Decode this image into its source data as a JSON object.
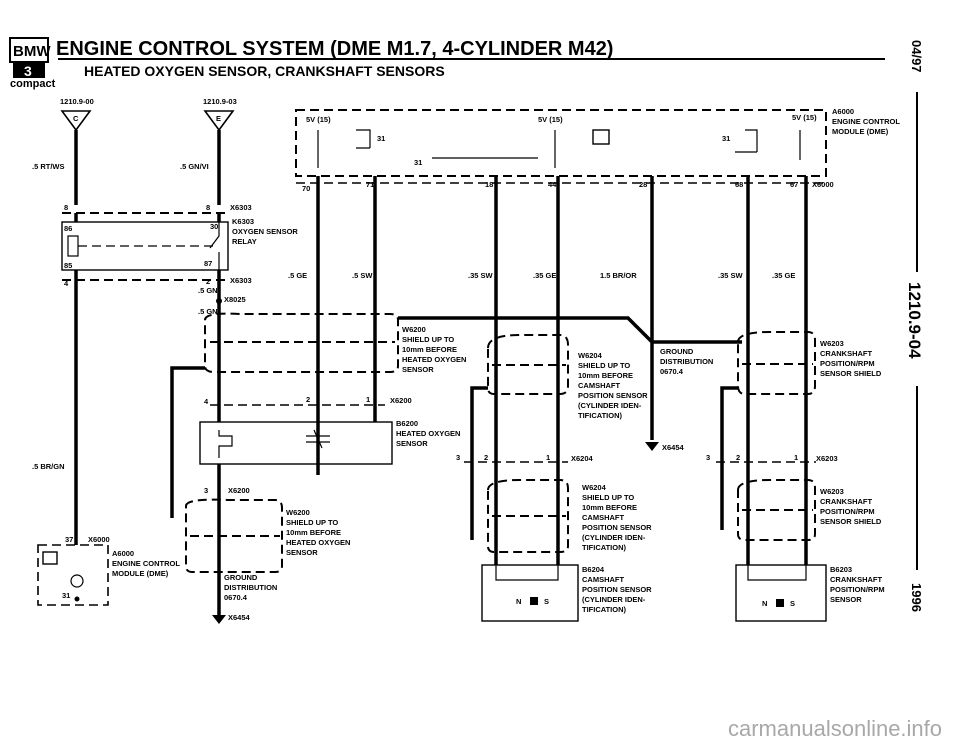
{
  "header": {
    "logo_text": "BMW",
    "series_badge": "3",
    "model": "compact",
    "title": "ENGINE CONTROL SYSTEM (DME M1.7, 4-CYLINDER M42)",
    "subtitle": "HEATED OXYGEN SENSOR, CRANKSHAFT SENSORS"
  },
  "side": {
    "date": "04/97",
    "section": "1210.9-04",
    "year": "1996"
  },
  "refs": {
    "left": "1210.9-00",
    "right": "1210.9-03",
    "left_letter": "C",
    "right_letter": "E"
  },
  "wires": {
    "rt_ws": ".5 RT/WS",
    "gn_vi": ".5 GN/VI",
    "gn1": ".5 GN",
    "gn2": ".5 GN",
    "br_gn": ".5 BR/GN",
    "ge": ".5 GE",
    "sw": ".5 SW",
    "sw35a": ".35 SW",
    "ge35a": ".35 GE",
    "br_or": "1.5 BR/OR",
    "sw35b": ".35 SW",
    "ge35b": ".35 GE"
  },
  "components": {
    "a6000_lines": [
      "A6000",
      "ENGINE CONTROL",
      "MODULE (DME)"
    ],
    "x6000": "X6000",
    "k6303_lines": [
      "K6303",
      "OXYGEN SENSOR",
      "RELAY"
    ],
    "x6303a": "X6303",
    "x6303b": "X6303",
    "x8025": "X8025",
    "w6200_lines": [
      "W6200",
      "SHIELD UP TO",
      "10mm BEFORE",
      "HEATED OXYGEN",
      "SENSOR"
    ],
    "x6200": "X6200",
    "b6200_lines": [
      "B6200",
      "HEATED OXYGEN",
      "SENSOR"
    ],
    "w6204_lines": [
      "W6204",
      "SHIELD UP TO",
      "10mm BEFORE",
      "CAMSHAFT",
      "POSITION SENSOR",
      "(CYLINDER IDEN-",
      "TIFICATION)"
    ],
    "ground_lines": [
      "GROUND",
      "DISTRIBUTION",
      "0670.4"
    ],
    "x6454": "X6454",
    "x6204": "X6204",
    "b6204_lines": [
      "B6204",
      "CAMSHAFT",
      "POSITION SENSOR",
      "(CYLINDER IDEN-",
      "TIFICATION)"
    ],
    "w6203_lines": [
      "W6203",
      "CRANKSHAFT",
      "POSITION/RPM",
      "SENSOR SHIELD"
    ],
    "x6203": "X6203",
    "b6203_lines": [
      "B6203",
      "CRANKSHAFT",
      "POSITION/RPM",
      "SENSOR"
    ],
    "w6200b_lines": [
      "W6200",
      "SHIELD UP TO",
      "10mm BEFORE",
      "HEATED OXYGEN",
      "SENSOR"
    ],
    "x6200b": "X6200",
    "a6000b_lines": [
      "A6000",
      "ENGINE CONTROL",
      "MODULE (DME)"
    ],
    "x6000b": "X6000",
    "ground2_lines": [
      "GROUND",
      "DISTRIBUTION",
      "0670.4"
    ],
    "x6454b": "X6454",
    "ns": "N",
    "ns2": "S"
  },
  "volts": {
    "a": "5V (15)",
    "b": "5V (15)",
    "c": "5V (15)"
  },
  "pins": {
    "p70": "70",
    "p71": "71",
    "p18": "18",
    "p44": "44",
    "p28": "28",
    "p68": "68",
    "p67": "67",
    "p31a": "31",
    "p31b": "31",
    "p31c": "31",
    "p31d": "31",
    "p8a": "8",
    "p8b": "8",
    "p30": "30",
    "p86": "86",
    "p85": "85",
    "p87": "87",
    "p4": "4",
    "p2a": "2",
    "p4b": "4",
    "p2b": "2",
    "p1b": "1",
    "p3c": "3",
    "p2c": "2",
    "p1c": "1",
    "p3d": "3",
    "p2d": "2",
    "p1d": "1",
    "p3e": "3",
    "p37": "37"
  },
  "watermark": "carmanualsonline.info"
}
